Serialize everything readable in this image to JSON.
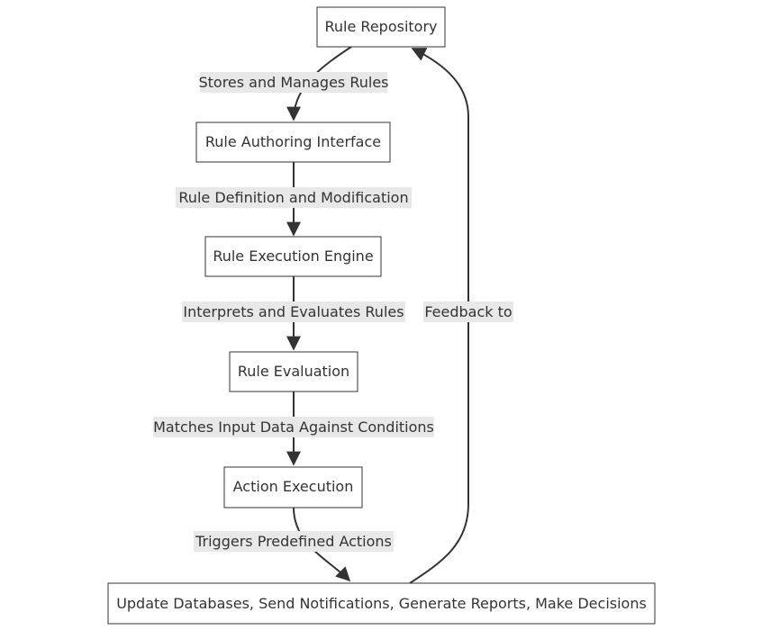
{
  "nodes": {
    "repository": "Rule Repository",
    "authoring": "Rule Authoring Interface",
    "engine": "Rule Execution Engine",
    "evaluation": "Rule Evaluation",
    "action": "Action Execution",
    "outcomes": "Update Databases, Send Notifications, Generate Reports, Make Decisions"
  },
  "edges": {
    "repository_to_authoring": "Stores and Manages Rules",
    "authoring_to_engine": "Rule Definition and Modification",
    "engine_to_evaluation": "Interprets and Evaluates Rules",
    "evaluation_to_action": "Matches Input Data Against Conditions",
    "action_to_outcomes": "Triggers Predefined Actions",
    "outcomes_to_repository": "Feedback to"
  }
}
